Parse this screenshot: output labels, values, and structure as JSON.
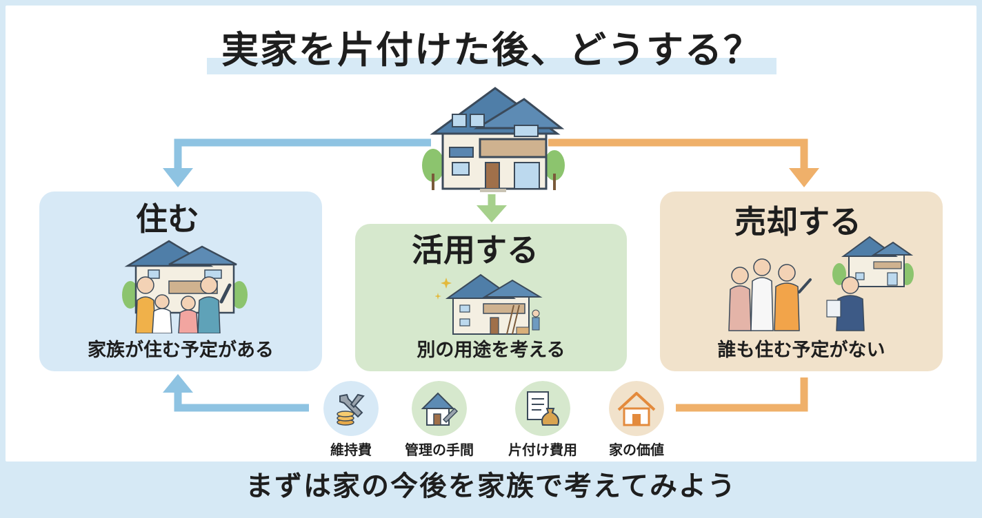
{
  "title": "実家を片付けた後、どうする？",
  "options": [
    {
      "heading": "住む",
      "caption": "家族が住む予定がある"
    },
    {
      "heading": "活用する",
      "caption": "別の用途を考える"
    },
    {
      "heading": "売却する",
      "caption": "誰も住む予定がない"
    }
  ],
  "factors": [
    {
      "label": "維持費",
      "icon": "wrench-coins-icon"
    },
    {
      "label": "管理の手間",
      "icon": "house-wrench-icon"
    },
    {
      "label": "片付け費用",
      "icon": "document-money-bag-icon"
    },
    {
      "label": "家の価値",
      "icon": "house-icon"
    }
  ],
  "footer": "まずは家の今後を家族で考えてみよう",
  "colors": {
    "blue": "#8ec3e2",
    "green": "#a6d08c",
    "orange": "#efb06a",
    "live_card": "#d7e9f6",
    "use_card": "#d6e8cd",
    "sell_card": "#f1e2cb",
    "footer_band": "#d6e9f5"
  }
}
